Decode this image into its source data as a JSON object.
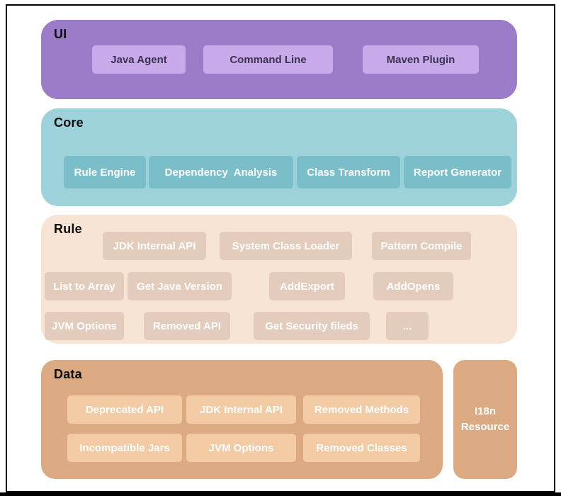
{
  "layers": {
    "ui": {
      "label": "UI",
      "items": [
        "Java Agent",
        "Command Line",
        "Maven Plugin"
      ]
    },
    "core": {
      "label": "Core",
      "items": [
        "Rule Engine",
        "Dependency  Analysis",
        "Class Transform",
        "Report Generator"
      ]
    },
    "rule": {
      "label": "Rule",
      "row1": [
        "JDK Internal API",
        "System Class Loader",
        "Pattern Compile"
      ],
      "row2": [
        "List to Array",
        "Get Java Version",
        "AddExport",
        "AddOpens"
      ],
      "row3": [
        "JVM Options",
        "Removed API",
        "Get Security fileds",
        "..."
      ]
    },
    "data": {
      "label": "Data",
      "row1": [
        "Deprecated API",
        "JDK Internal API",
        "Removed Methods"
      ],
      "row2": [
        "Incompatible Jars",
        "JVM Options",
        "Removed Classes"
      ]
    }
  },
  "side_box": {
    "line1": "I18n",
    "line2": "Resource"
  },
  "colors": {
    "ui_layer": "#9b7cc9",
    "ui_item": "#c8a9e9",
    "core_layer": "#9dd2db",
    "core_item": "#79bec9",
    "rule_layer": "#f7e4d4",
    "rule_item": "#e4ccbd",
    "data_layer": "#dcaa82",
    "data_item": "#f2cba5"
  }
}
